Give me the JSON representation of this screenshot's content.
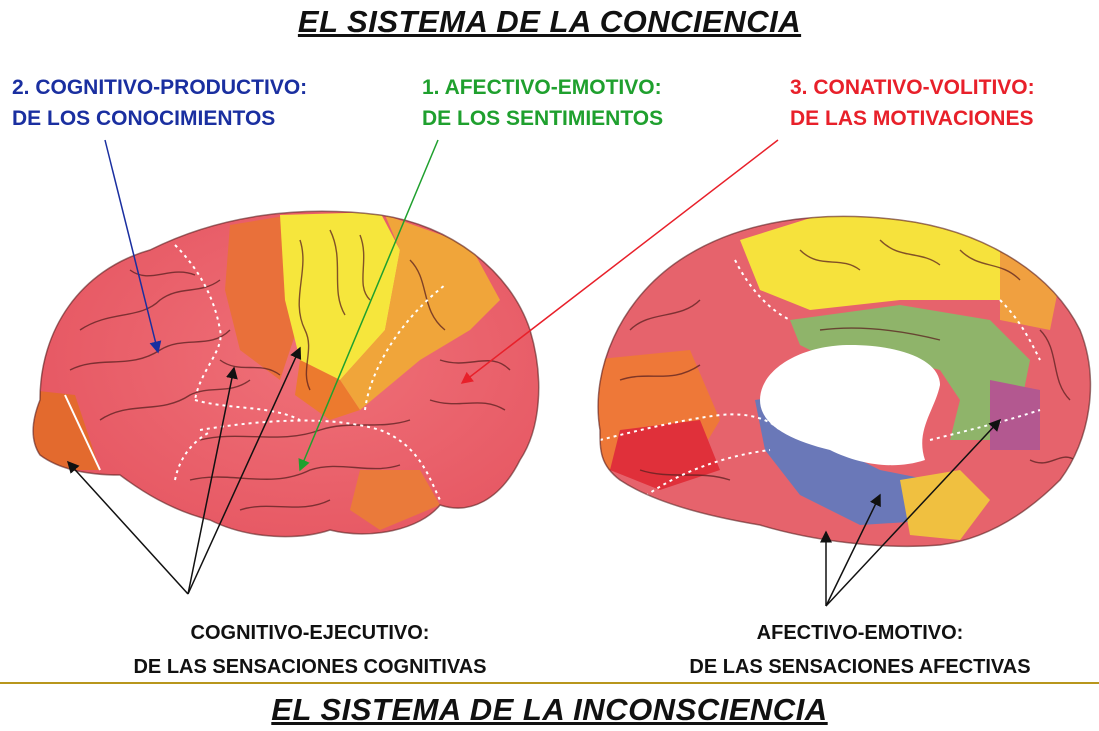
{
  "title_top": "EL SISTEMA DE LA CONCIENCIA",
  "title_bottom": "EL SISTEMA DE LA INCONSCIENCIA",
  "labels": {
    "cognitivo_productivo": {
      "line1": "2. COGNITIVO-PRODUCTIVO:",
      "line2": "DE LOS CONOCIMIENTOS",
      "color": "#1a2fa0"
    },
    "afectivo_emotivo_top": {
      "line1": "1. AFECTIVO-EMOTIVO:",
      "line2": "DE LOS SENTIMIENTOS",
      "color": "#1fa02e"
    },
    "conativo_volitivo": {
      "line1": "3. CONATIVO-VOLITIVO:",
      "line2": "DE LAS MOTIVACIONES",
      "color": "#e8202a"
    },
    "cognitivo_ejecutivo": {
      "line1": "COGNITIVO-EJECUTIVO:",
      "line2": "DE LAS SENSACIONES COGNITIVAS"
    },
    "afectivo_emotivo_bottom": {
      "line1": "AFECTIVO-EMOTIVO:",
      "line2": "DE LAS SENSACIONES AFECTIVAS"
    }
  },
  "colors": {
    "cortex_pink": "#e8666e",
    "cortex_yellow": "#f5e63a",
    "cortex_orange": "#ec8a2c",
    "limbic_green": "#8fb46a",
    "limbic_blue": "#6a78b8",
    "divider_gold": "#b8961c"
  }
}
